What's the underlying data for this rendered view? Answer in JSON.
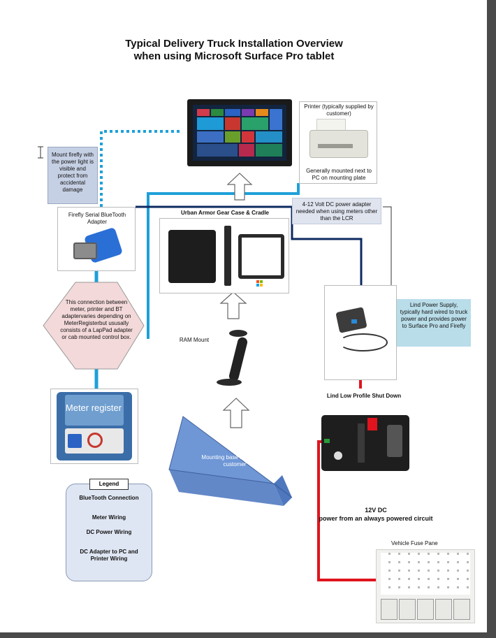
{
  "title_line1": "Typical  Delivery Truck Installation Overview",
  "title_line2": "when using Microsoft Surface Pro tablet",
  "mount_note": "Mount firefly with the power light is visible and protect from accidental damage",
  "firefly_label": "Firefly Serial BlueTooth Adapter",
  "printer_top": "Printer (typically supplied by customer)",
  "printer_bottom": "Generally mounted next to PC on mounting plate",
  "dc_adapter_note": "4-12 Volt DC power adapter needed when using meters other than the LCR",
  "case_label": "Urban Armor Gear Case & Cradle",
  "hexagon_text": "This connection between meter, printer and BT adaptervaries depending on MeterRegisterbut ususally consists of a LapPad adapter or cab mounted control box.",
  "ram_mount": "RAM Mount",
  "lind_supply_note": "Lind Power Supply, typically hard wired to truck power and provides power to Surface Pro and Firefly",
  "shutdown_label": "Lind Low Profile Shut Down",
  "meter_register": "Meter register",
  "mounting_base": "Mounting base supplied by customer",
  "power_line1": "12V DC",
  "power_line2": "power from an always powered circuit",
  "fuse_panel": "Vehicle Fuse Pane",
  "legend": {
    "title": "Legend",
    "bluetooth": "BlueTooth Connection",
    "meter": "Meter Wiring",
    "dc": "DC Power Wiring",
    "adapter": "DC Adapter to PC and Printer Wiring"
  },
  "colors": {
    "bluetooth": "#1fa0d8",
    "meter_wiring": "#1fa0d8",
    "dc_power": "#e0141e",
    "adapter_wiring": "#0c2a60",
    "mount_base": "#6f97d6",
    "note_blue": "#c6d0e4",
    "lind_note": "#b9dde9",
    "hexagon": "#f3d9d9"
  },
  "icons": [
    "surface-tablet-icon",
    "printer-icon",
    "bluetooth-adapter-icon",
    "cradle-icon",
    "ram-mount-icon",
    "lind-supply-icon",
    "shutdown-box-icon",
    "meter-register-icon",
    "fuse-panel-icon",
    "microsoft-logo-icon"
  ]
}
